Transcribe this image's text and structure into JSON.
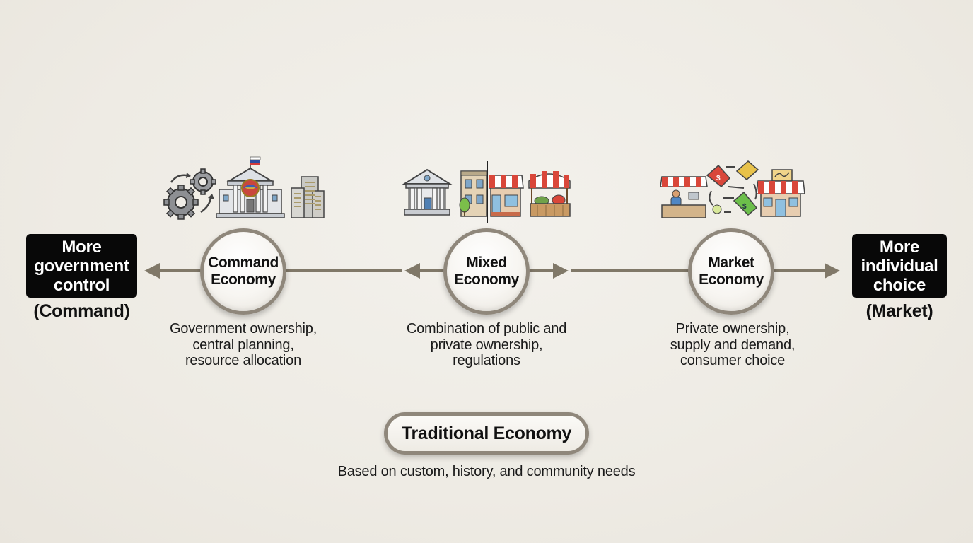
{
  "left_end": {
    "lines": [
      "More",
      "government",
      "control"
    ],
    "sublabel": "(Command)"
  },
  "right_end": {
    "lines": [
      "More",
      "individual",
      "choice"
    ],
    "sublabel": "(Market)"
  },
  "nodes": [
    {
      "lines": [
        "Command",
        "Economy"
      ],
      "description": [
        "Government ownership,",
        "central planning,",
        "resource allocation"
      ],
      "icons": [
        "gears-icon",
        "government-building-icon",
        "office-buildings-icon"
      ]
    },
    {
      "lines": [
        "Mixed",
        "Economy"
      ],
      "description": [
        "Combination of public and",
        "private ownership,",
        "regulations"
      ],
      "icons": [
        "public-building-icon",
        "apartment-building-icon",
        "storefront-icon",
        "market-stall-icon"
      ]
    },
    {
      "lines": [
        "Market",
        "Economy"
      ],
      "description": [
        "Private ownership,",
        "supply and demand,",
        "consumer choice"
      ],
      "icons": [
        "vendor-stall-icon",
        "price-tags-cycle-icon",
        "shop-icon"
      ]
    }
  ],
  "traditional": {
    "label": "Traditional Economy",
    "description": "Based on custom, history, and community needs"
  },
  "colors": {
    "background": "#eeebe4",
    "line": "#807868",
    "end_box": "#080808",
    "awning_red": "#d9473a"
  }
}
